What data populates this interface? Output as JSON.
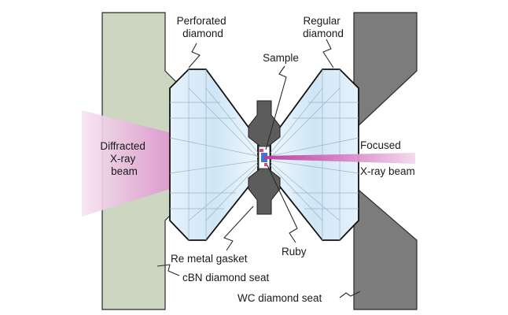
{
  "labels": {
    "perforated_line1": "Perforated",
    "perforated_line2": "diamond",
    "regular_line1": "Regular",
    "regular_line2": "diamond",
    "sample": "Sample",
    "diffracted_line1": "Diffracted",
    "diffracted_line2": "X-ray",
    "diffracted_line3": "beam",
    "focused_line1": "Focused",
    "focused_line2": "X-ray beam",
    "gasket": "Re metal gasket",
    "ruby": "Ruby",
    "cbn_seat": "cBN diamond seat",
    "wc_seat": "WC diamond seat"
  },
  "colors": {
    "cbn_seat": "#ccd6c0",
    "wc_seat": "#7c7c7c",
    "diamond_fill": "#d6eaf7",
    "gasket": "#5c5c5c",
    "beam": "#c04da8",
    "sample": "#3f77c9",
    "ruby": "#d84a7c"
  }
}
